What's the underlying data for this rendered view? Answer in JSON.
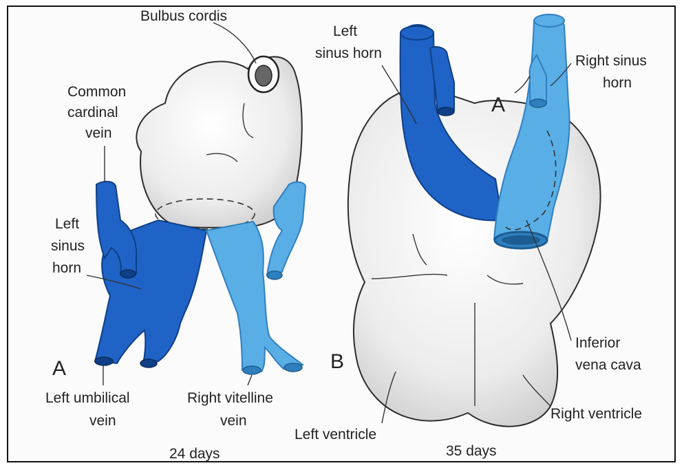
{
  "colors": {
    "left_vessel": "#1f63c6",
    "left_vessel_dark": "#144a9c",
    "right_vessel": "#5aaee6",
    "right_vessel_dark": "#2f7fbf",
    "heart": "#f2f2f2"
  },
  "panel_a": {
    "letter": "A",
    "days": "24 days",
    "labels": {
      "bulbus_cordis": "Bulbus cordis",
      "common_cardinal_1": "Common",
      "common_cardinal_2": "cardinal",
      "common_cardinal_3": "vein",
      "left_sinus_horn_1": "Left",
      "left_sinus_horn_2": "sinus",
      "left_sinus_horn_3": "horn",
      "left_umbilical_1": "Left umbilical",
      "left_umbilical_2": "vein",
      "right_vitelline_1": "Right vitelline",
      "right_vitelline_2": "vein"
    }
  },
  "panel_b": {
    "letter": "B",
    "days": "35 days",
    "a_marker": "A",
    "labels": {
      "left_sinus_horn_1": "Left",
      "left_sinus_horn_2": "sinus horn",
      "right_sinus_horn_1": "Right sinus",
      "right_sinus_horn_2": "horn",
      "ivc_1": "Inferior",
      "ivc_2": "vena cava",
      "left_ventricle": "Left ventricle",
      "right_ventricle": "Right ventricle"
    }
  }
}
